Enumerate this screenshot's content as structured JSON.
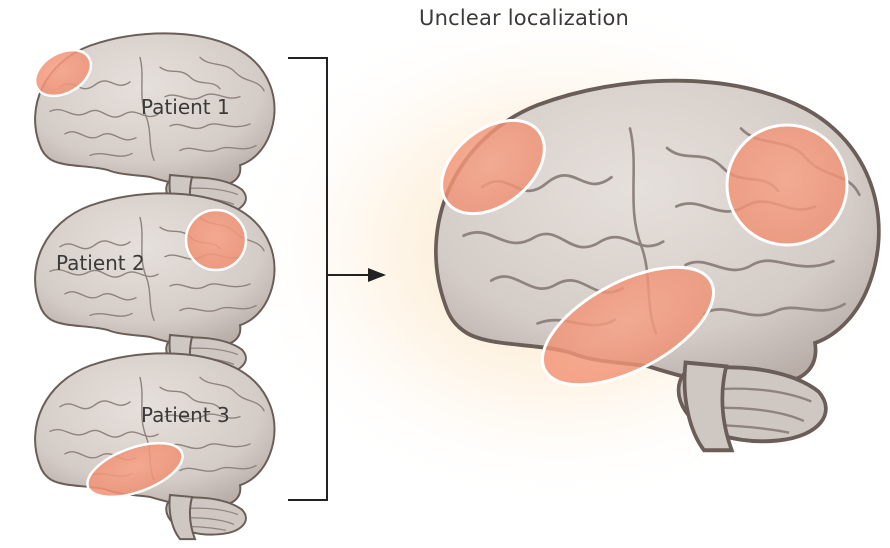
{
  "figure": {
    "title": "Unclear localization",
    "patients": [
      {
        "label": "Patient 1"
      },
      {
        "label": "Patient 2"
      },
      {
        "label": "Patient 3"
      }
    ]
  },
  "colors": {
    "brain_fill": "#d9d3cf",
    "brain_outline": "#6b5d57",
    "fold_line": "#8f837d",
    "highlight": "#f29a7e",
    "highlight_ring": "#ffffff",
    "glow": "#fbe6c6",
    "connector": "#222222",
    "text": "#3a3a3a"
  }
}
